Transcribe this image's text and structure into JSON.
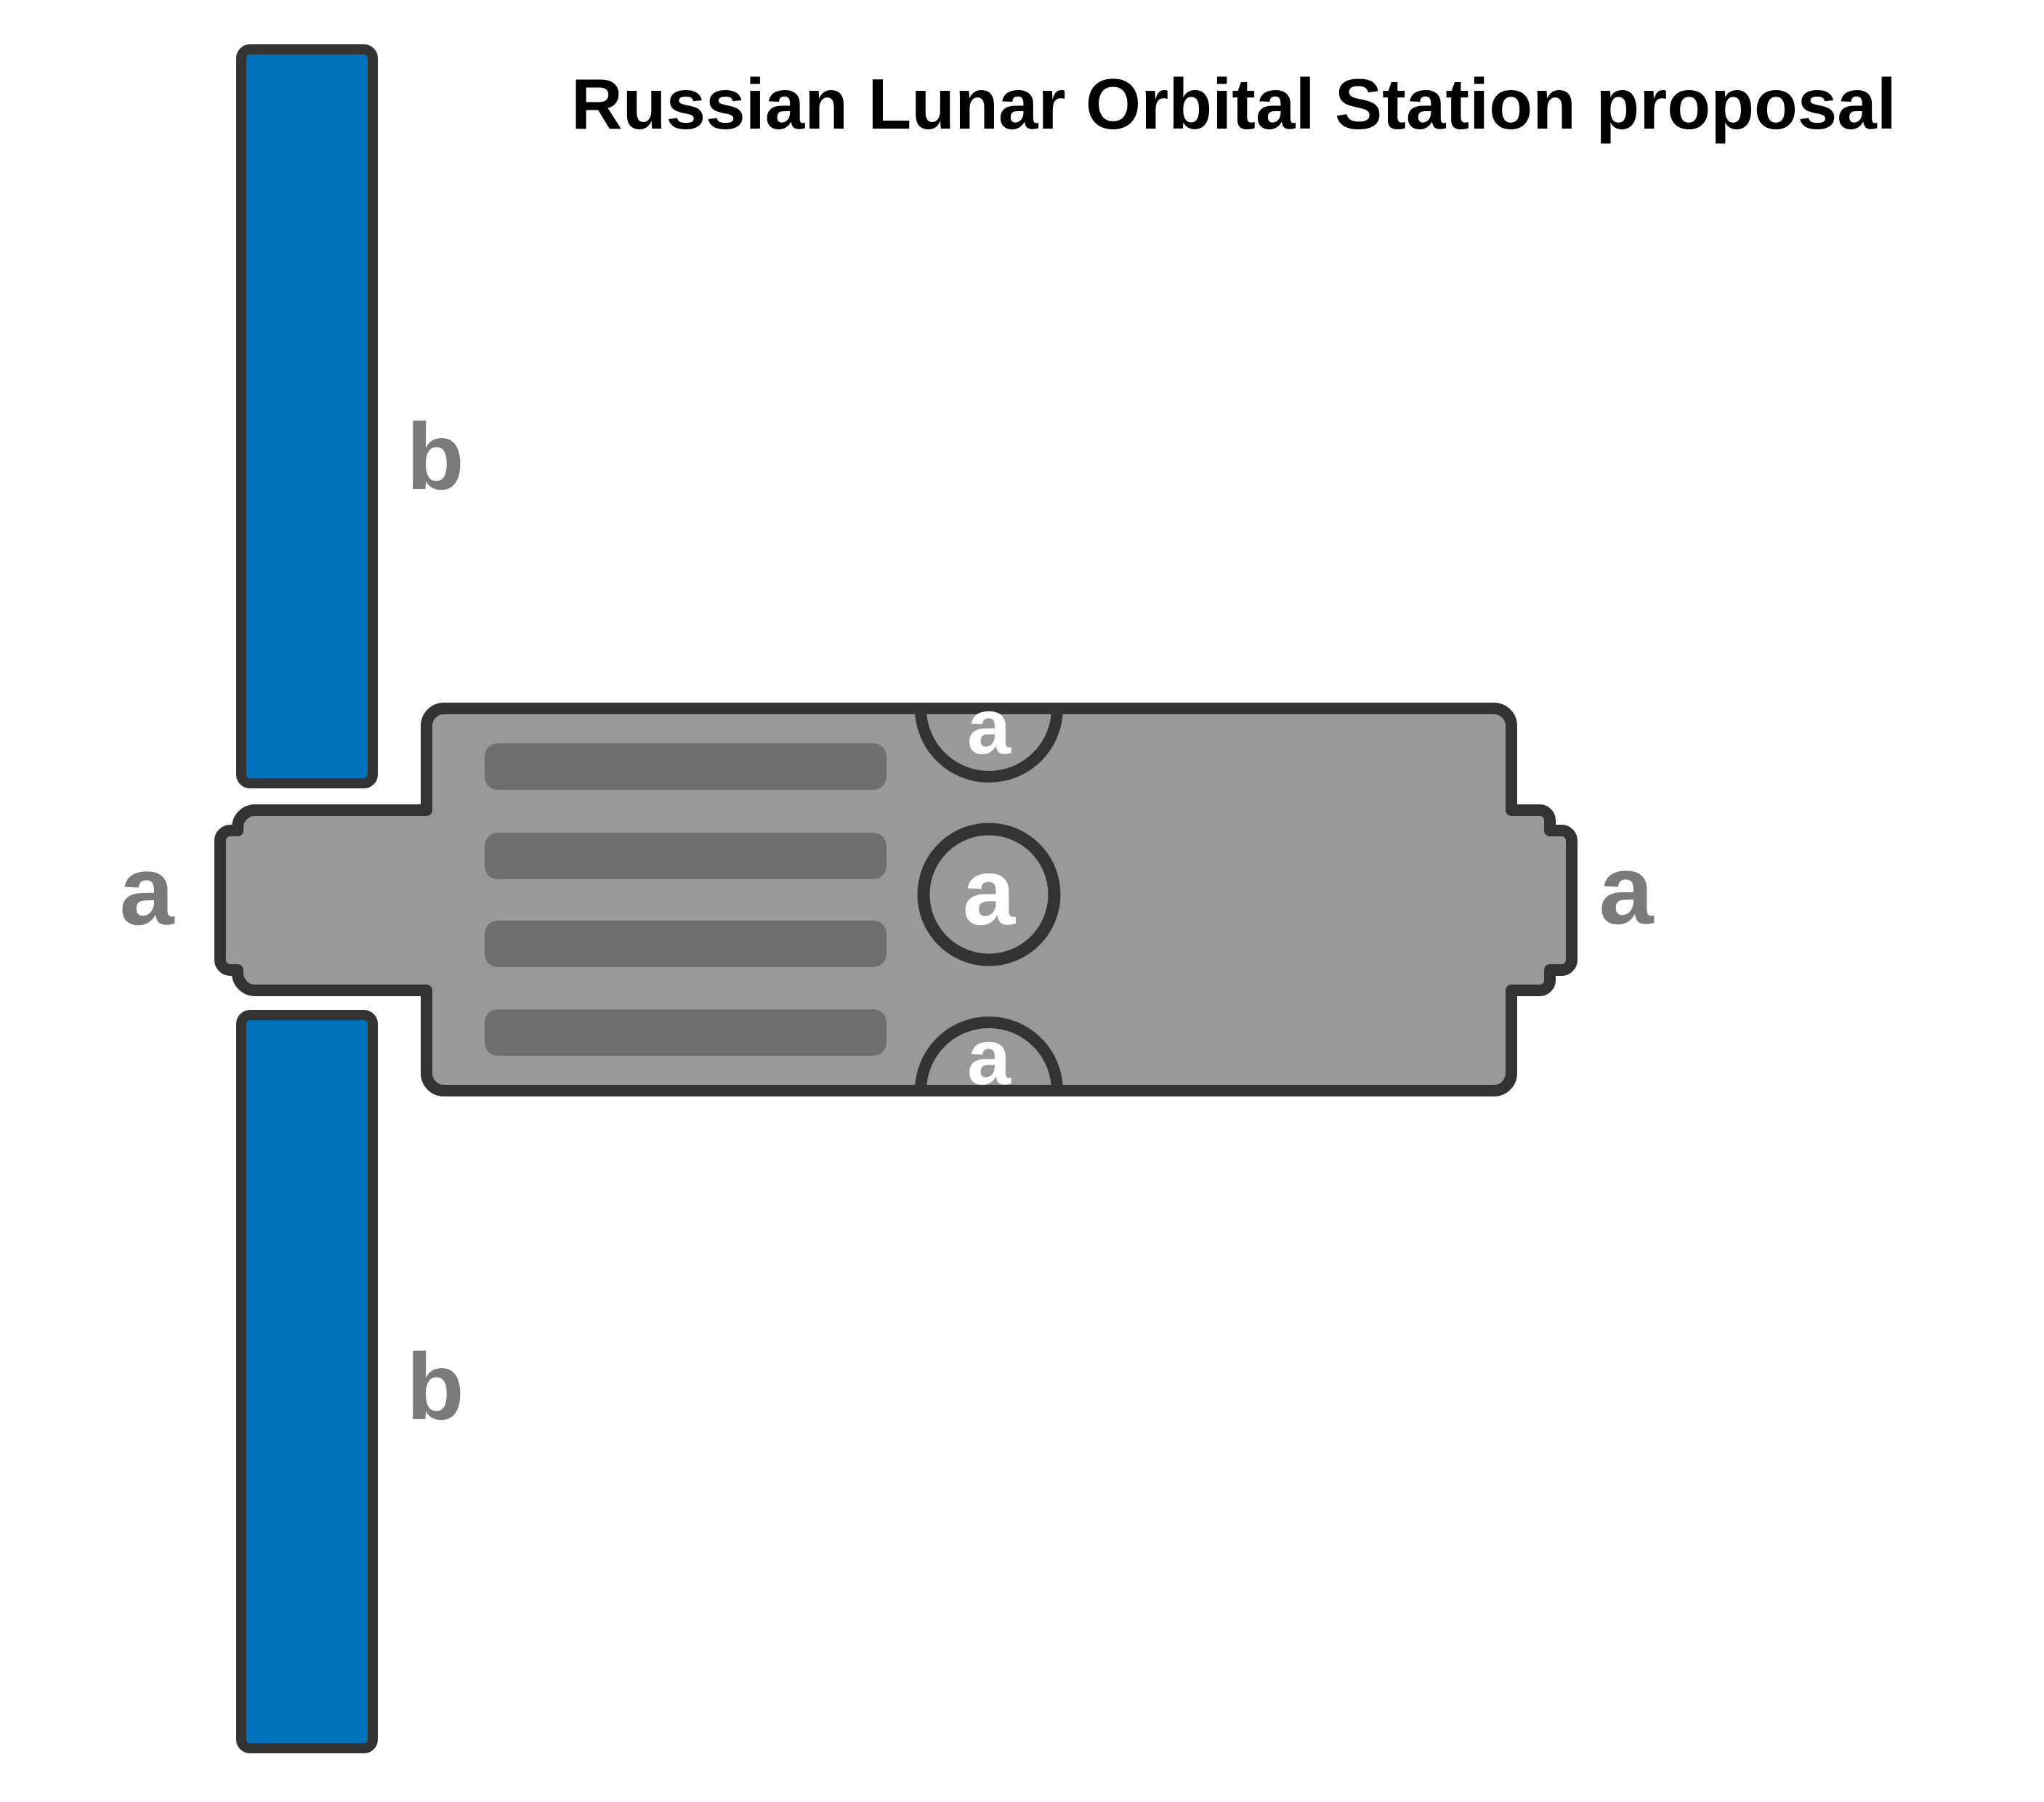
{
  "title": "Russian Lunar Orbital Station proposal",
  "labels": {
    "solar_panel_top": "b",
    "solar_panel_bottom": "b",
    "docking_port_left": "a",
    "docking_port_right": "a",
    "docking_port_top": "a",
    "docking_port_center": "a",
    "docking_port_bottom": "a"
  },
  "colors": {
    "background": "#ffffff",
    "title_black": "#000000",
    "solar_panel_blue": "#0072bc",
    "station_gray": "#999999",
    "stripe_gray": "#6f6f6f",
    "outline_dark": "#333333",
    "label_gray": "#7a7a7a",
    "port_label_white": "#ffffff"
  }
}
